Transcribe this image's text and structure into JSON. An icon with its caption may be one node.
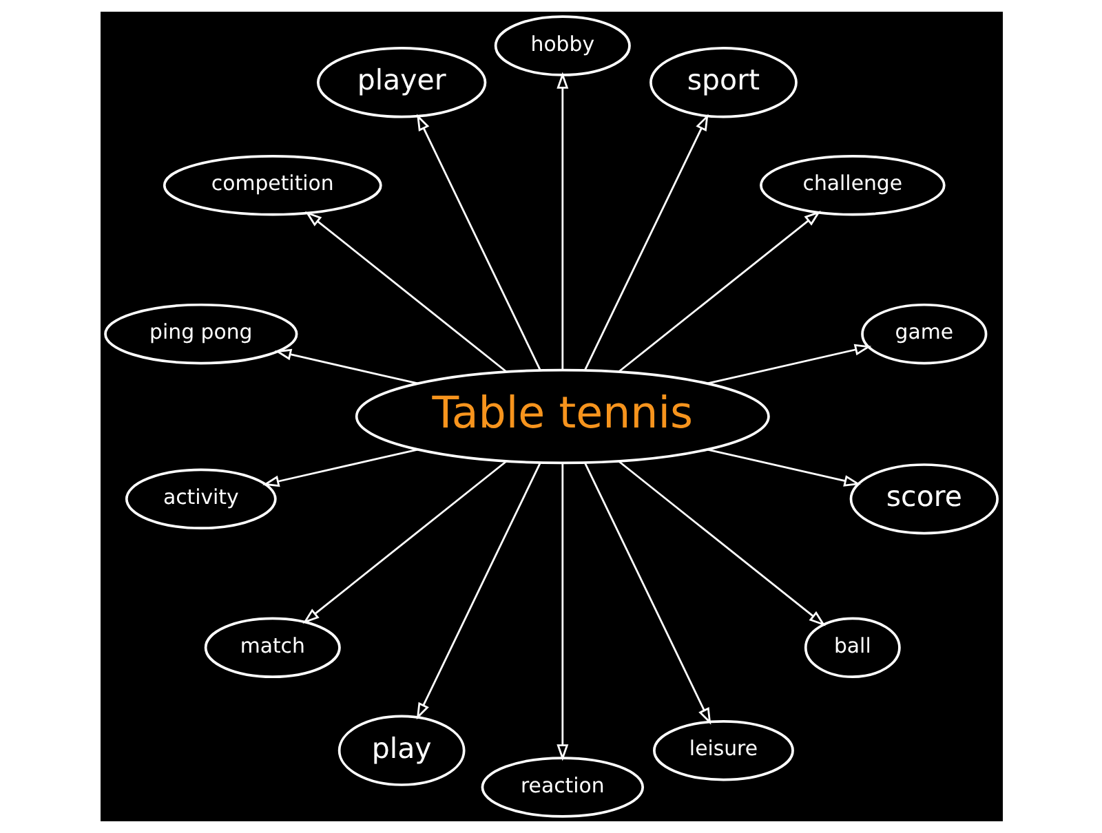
{
  "diagram": {
    "nodes": [
      {
        "text": [
          "Table tennis"
        ]
      },
      {
        "text": [
          "game"
        ]
      },
      {
        "text": [
          "challenge"
        ]
      },
      {
        "text": [
          "sport"
        ]
      },
      {
        "text": [
          "hobby"
        ]
      },
      {
        "text": [
          "player"
        ]
      },
      {
        "text": [
          "competition"
        ]
      },
      {
        "text": [
          "ping pong"
        ]
      },
      {
        "text": [
          "activity"
        ]
      },
      {
        "text": [
          "match"
        ]
      },
      {
        "text": [
          "play"
        ]
      },
      {
        "text": [
          "reaction"
        ]
      },
      {
        "text": [
          "leisure"
        ]
      },
      {
        "text": [
          "ball"
        ]
      },
      {
        "text": [
          "score"
        ]
      }
    ],
    "edges": [
      {
        "from": 0,
        "to": 1,
        "arrow": "to"
      },
      {
        "from": 0,
        "to": 2,
        "arrow": "to"
      },
      {
        "from": 0,
        "to": 3,
        "arrow": "to"
      },
      {
        "from": 0,
        "to": 4,
        "arrow": "to"
      },
      {
        "from": 0,
        "to": 5,
        "arrow": "to"
      },
      {
        "from": 0,
        "to": 6,
        "arrow": "to"
      },
      {
        "from": 0,
        "to": 7,
        "arrow": "to"
      },
      {
        "from": 0,
        "to": 8,
        "arrow": "to"
      },
      {
        "from": 0,
        "to": 9,
        "arrow": "to"
      },
      {
        "from": 0,
        "to": 10,
        "arrow": "to"
      },
      {
        "from": 0,
        "to": 11,
        "arrow": "to"
      },
      {
        "from": 0,
        "to": 12,
        "arrow": "to"
      },
      {
        "from": 0,
        "to": 13,
        "arrow": "to"
      },
      {
        "from": 0,
        "to": 14,
        "arrow": "to"
      }
    ]
  }
}
